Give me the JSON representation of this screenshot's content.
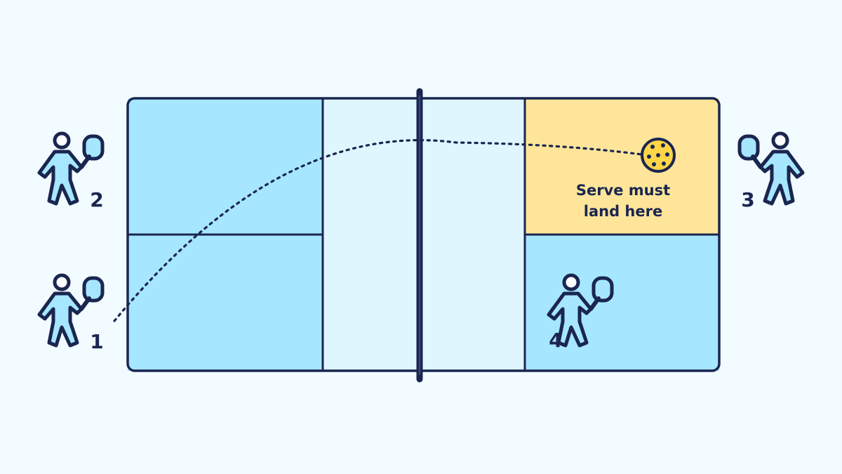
{
  "colors": {
    "background": "#f2fbff",
    "outline": "#1a2650",
    "service_box": "#a6e6ff",
    "kitchen": "#e0f6ff",
    "target_box": "#ffe59a",
    "player_fill": "#a6e6ff"
  },
  "court": {
    "target_label_line1": "Serve must",
    "target_label_line2": "land here"
  },
  "players": [
    {
      "number": "2",
      "icon": "player-with-paddle-icon"
    },
    {
      "number": "1",
      "icon": "player-with-paddle-icon"
    },
    {
      "number": "3",
      "icon": "player-with-paddle-icon"
    },
    {
      "number": "4",
      "icon": "player-with-paddle-icon"
    }
  ],
  "ball": {
    "icon": "pickleball-icon"
  }
}
